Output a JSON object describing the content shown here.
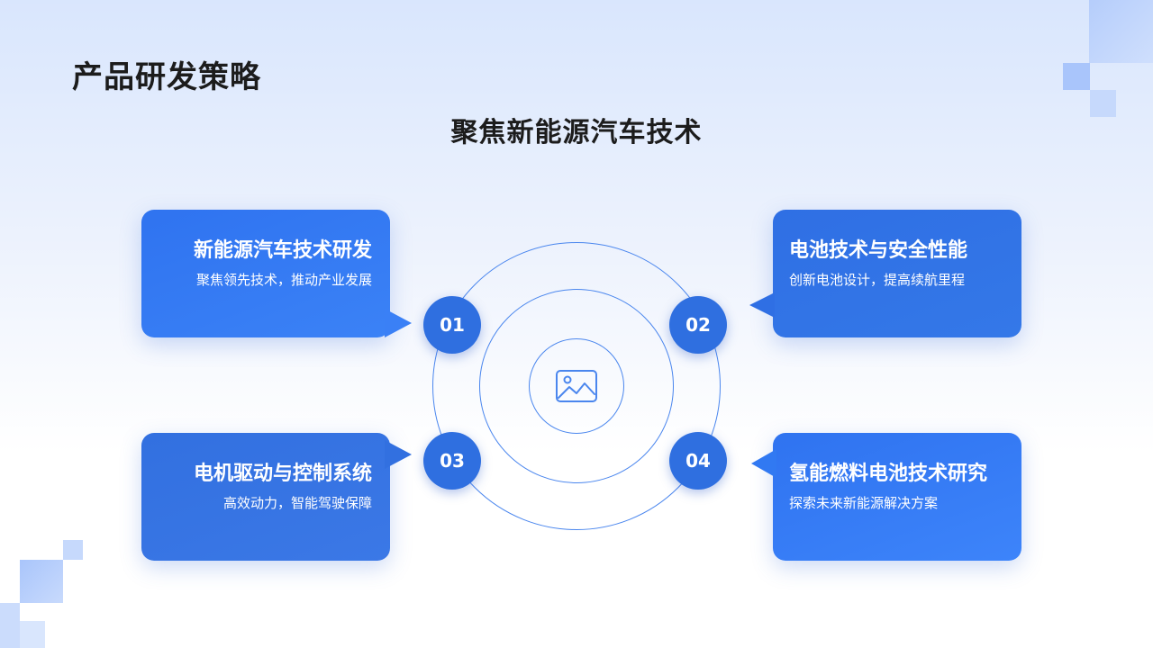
{
  "page": {
    "title": "产品研发策略",
    "subtitle": "聚焦新能源汽车技术"
  },
  "center": {
    "icon": "image-placeholder-icon"
  },
  "colors": {
    "accent": "#2f6fe0",
    "card": "#3b82f6",
    "ring": "#4a86ee",
    "text_dark": "#1c1c1c"
  },
  "items": [
    {
      "number": "01",
      "title": "新能源汽车技术研发",
      "desc": "聚焦领先技术，推动产业发展"
    },
    {
      "number": "02",
      "title": "电池技术与安全性能",
      "desc": "创新电池设计，提高续航里程"
    },
    {
      "number": "03",
      "title": "电机驱动与控制系统",
      "desc": "高效动力，智能驾驶保障"
    },
    {
      "number": "04",
      "title": "氢能燃料电池技术研究",
      "desc": "探索未来新能源解决方案"
    }
  ]
}
